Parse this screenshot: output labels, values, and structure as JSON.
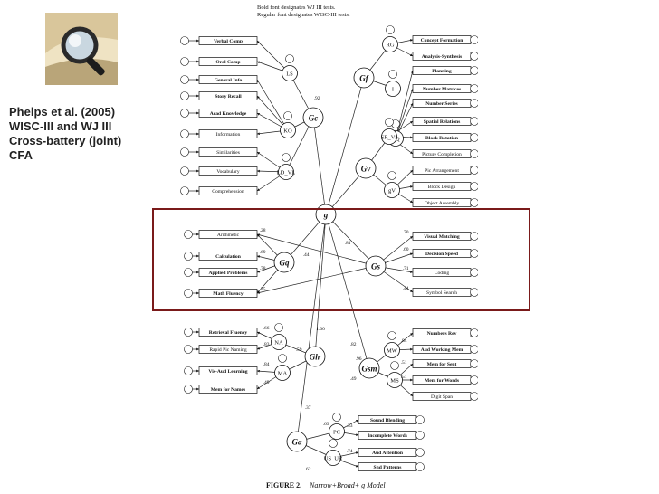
{
  "slide": {
    "title_lines": [
      "Phelps et al. (2005)",
      "WISC-III and WJ III",
      "Cross-battery (joint)",
      "CFA"
    ]
  },
  "figure": {
    "legend_line1": "Bold font designates WJ III tests.",
    "legend_line2": "Regular font designates WISC-III tests.",
    "caption_label": "FIGURE 2.",
    "caption_text": "Narrow+Broad+ g Model",
    "g_label": "g",
    "broad_factors": [
      "Gc",
      "Gf",
      "Gv",
      "Gq",
      "Gs",
      "Glr",
      "Gsm",
      "Ga"
    ],
    "narrow_factors": [
      "LS",
      "KO",
      "LD_VL",
      "RG",
      "I",
      "RQ",
      "SR_Vz",
      "gV",
      "NA",
      "MA",
      "MW",
      "MS",
      "PC",
      "US_UR"
    ],
    "tests": {
      "gc_block": [
        "Verbal Comp",
        "Oral Comp",
        "General Info",
        "Story Recall",
        "Acad Knowledge",
        "Information",
        "Similarities",
        "Vocabulary",
        "Comprehension"
      ],
      "gf_block": [
        "Concept Formation",
        "Analysis-Synthesis",
        "Planning",
        "Number Matrices",
        "Number Series"
      ],
      "gv_block": [
        "Spatial Relations",
        "Block Rotation",
        "Picture Completion",
        "Pic Arrangement",
        "Block Design",
        "Object Assembly"
      ],
      "gq_block": [
        "Arithmetic",
        "Calculation",
        "Applied Problems",
        "Math Fluency"
      ],
      "gs_block": [
        "Visual Matching",
        "Decision Speed",
        "Coding",
        "Symbol Search"
      ],
      "glr_block": [
        "Retrieval Fluency",
        "Rapid Pic Naming",
        "Vis-Aud Learning",
        "Mem for Names"
      ],
      "gsm_block": [
        "Numbers Rev",
        "Aud Working Mem",
        "Mem for Sent",
        "Mem for Words",
        "Digit Span"
      ],
      "ga_block": [
        "Sound Blending",
        "Incomplete Words",
        "Aud Attention",
        "Snd Patterns"
      ]
    },
    "paths": {
      "g_to_gs": ".81",
      "g_to_gq": ".44",
      "g_to_glr": "1.00",
      "g_to_gc": ".92",
      "gq_loadings": [
        ".28",
        ".69",
        ".78",
        ".75",
        ".24"
      ],
      "gs_loadings": [
        ".70",
        ".60",
        ".71",
        ".44",
        ".50"
      ],
      "lower_paths": [
        ".66",
        ".83",
        ".84",
        ".49",
        ".59",
        ".82",
        ".96",
        ".49",
        ".84",
        ".51",
        ".51",
        ".37",
        ".63",
        ".33",
        ".74",
        ".62"
      ]
    }
  }
}
